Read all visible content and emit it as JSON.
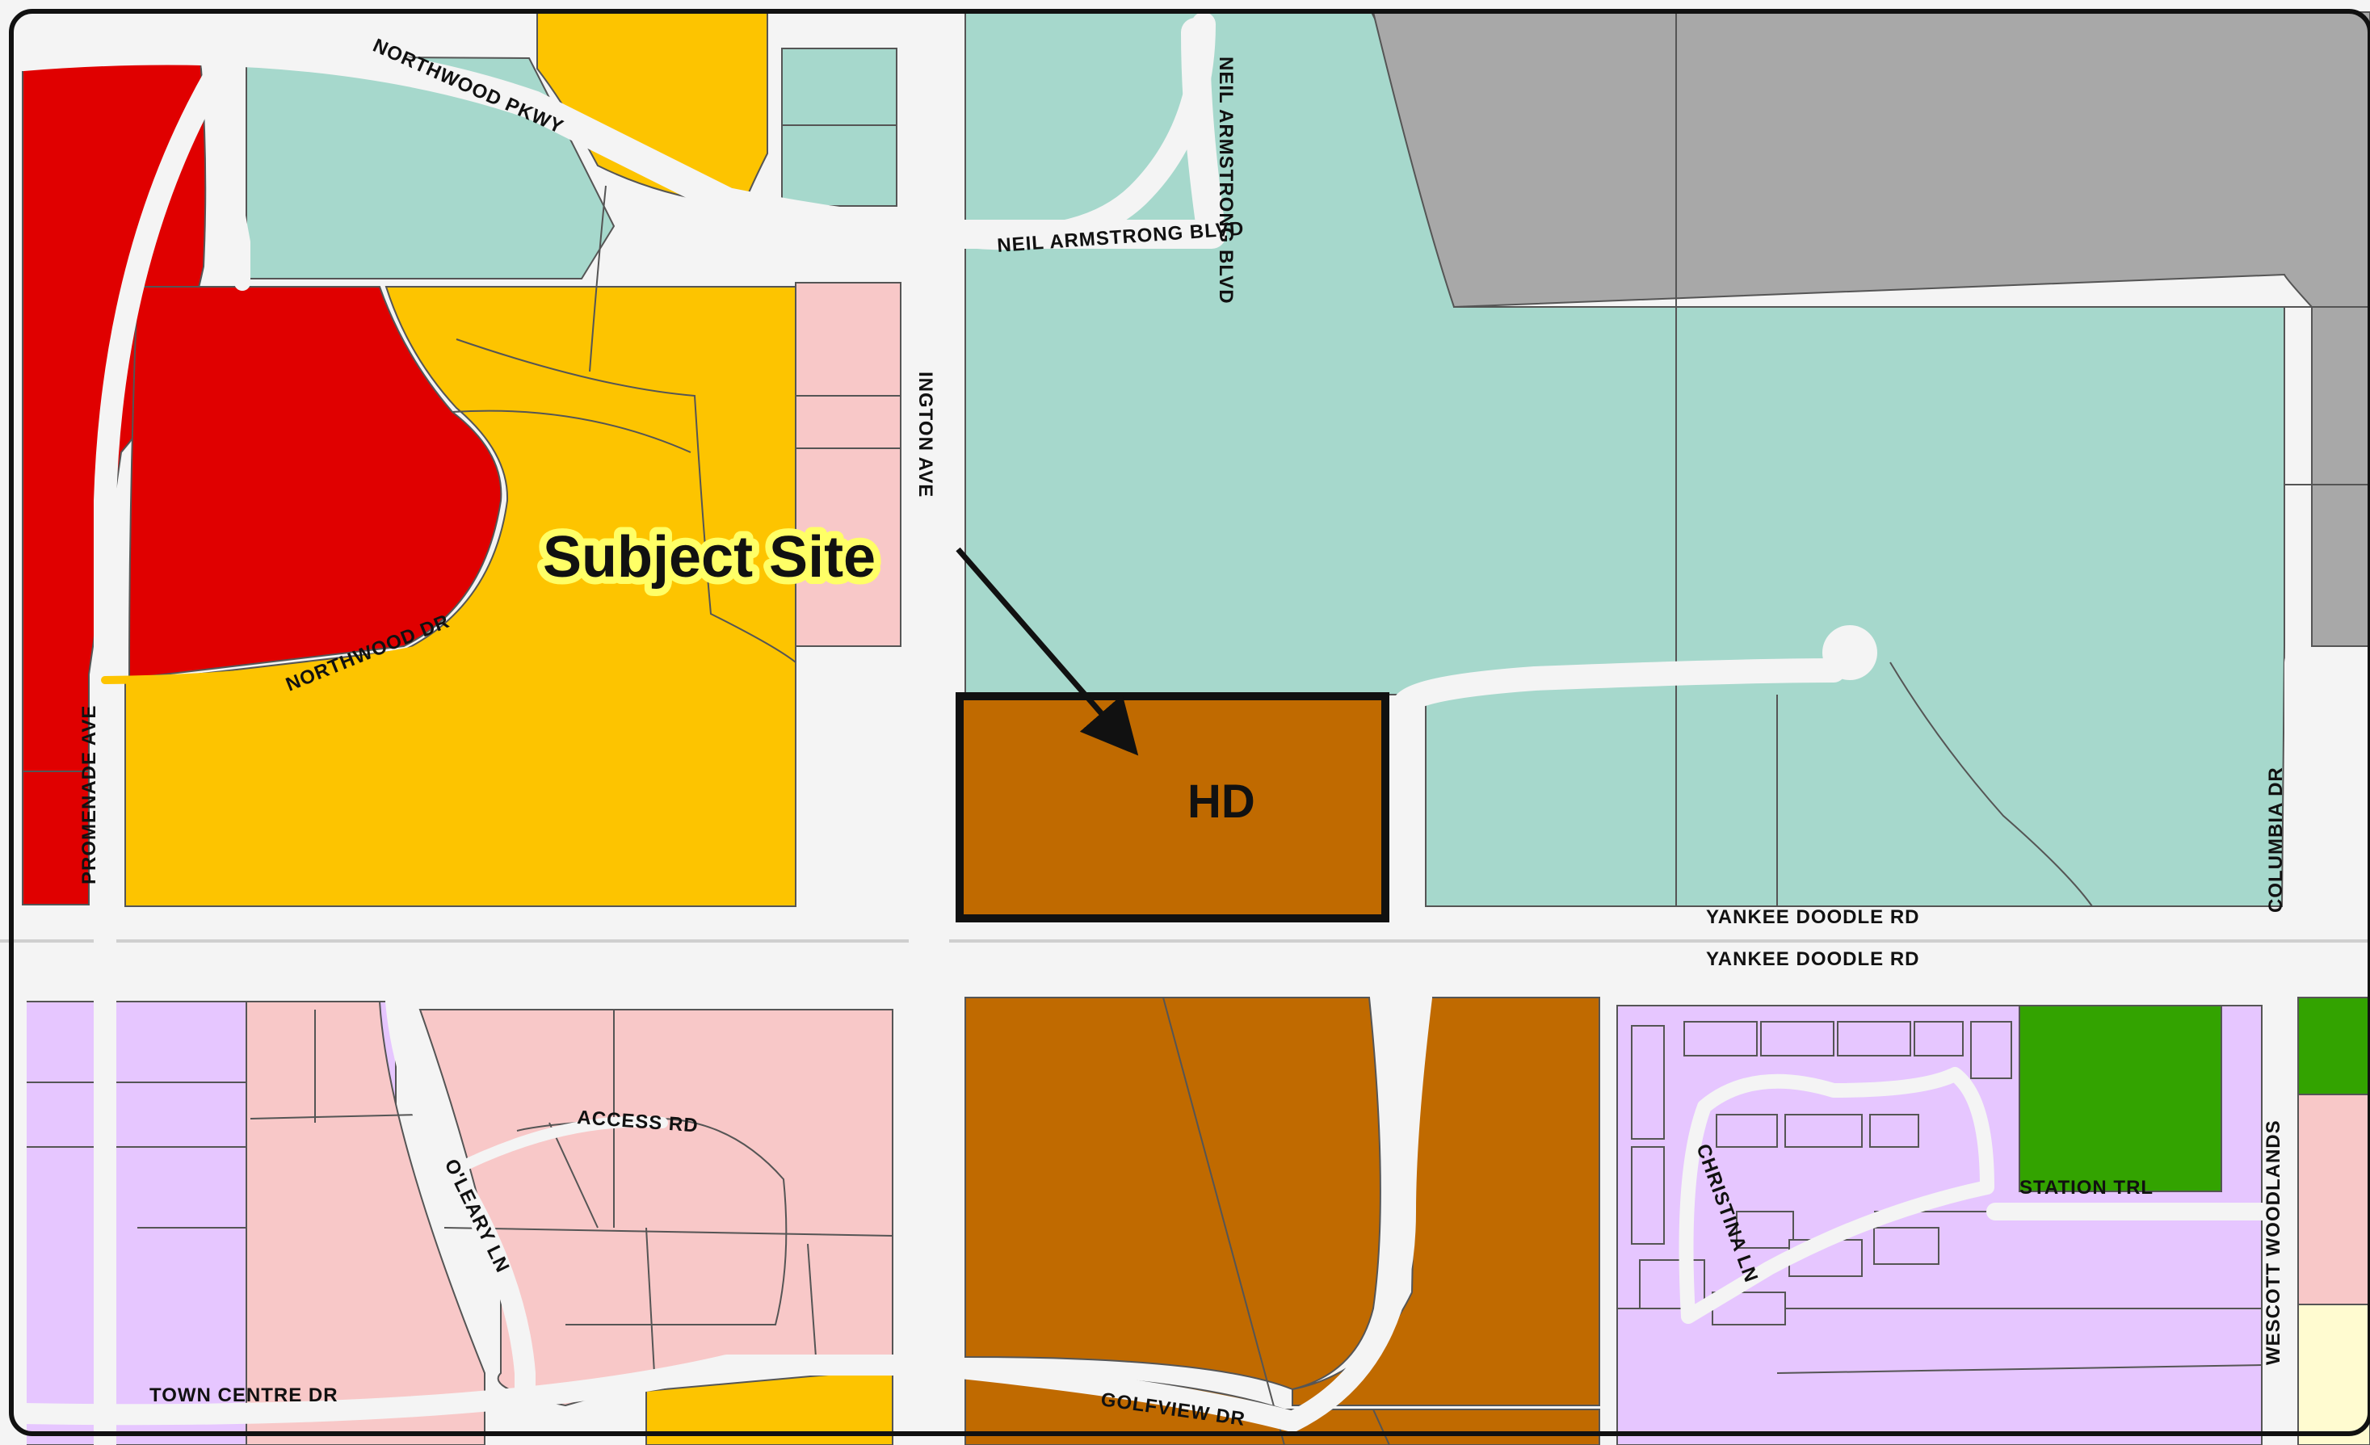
{
  "map": {
    "colors": {
      "red": "#e00000",
      "yellow": "#fdc400",
      "teal": "#a6d8cc",
      "gray": "#a8a8a8",
      "pink": "#f8c8c8",
      "brown": "#c06a00",
      "lavender": "#e6c6ff",
      "green": "#33a300",
      "cream": "#fffbd0",
      "road": "#f4f4f4",
      "parcel_line": "#555555",
      "callout_halo": "#ffff66"
    },
    "callout": {
      "label": "Subject Site",
      "site_zone": "HD"
    },
    "streets": {
      "northwood_pkwy": "NORTHWOOD PKWY",
      "neil_armstrong_blvd": "NEIL ARMSTRONG BLVD",
      "lexington_ave": "INGTON AVE",
      "northwood_dr": "NORTHWOOD DR",
      "promenade_ave": "PROMENADE AVE",
      "yankee_doodle_rd_north": "YANKEE DOODLE RD",
      "yankee_doodle_rd_south": "YANKEE DOODLE RD",
      "columbia_dr": "COLUMBIA DR",
      "access_rd": "ACCESS RD",
      "o_leary_ln": "O'LEARY LN",
      "station_trl": "STATION TRL",
      "wescott_woodlands": "WESCOTT WOODLANDS",
      "christina_ln": "CHRISTINA LN",
      "town_centre_dr": "TOWN CENTRE DR",
      "golfview_dr": "GOLFVIEW DR"
    }
  }
}
